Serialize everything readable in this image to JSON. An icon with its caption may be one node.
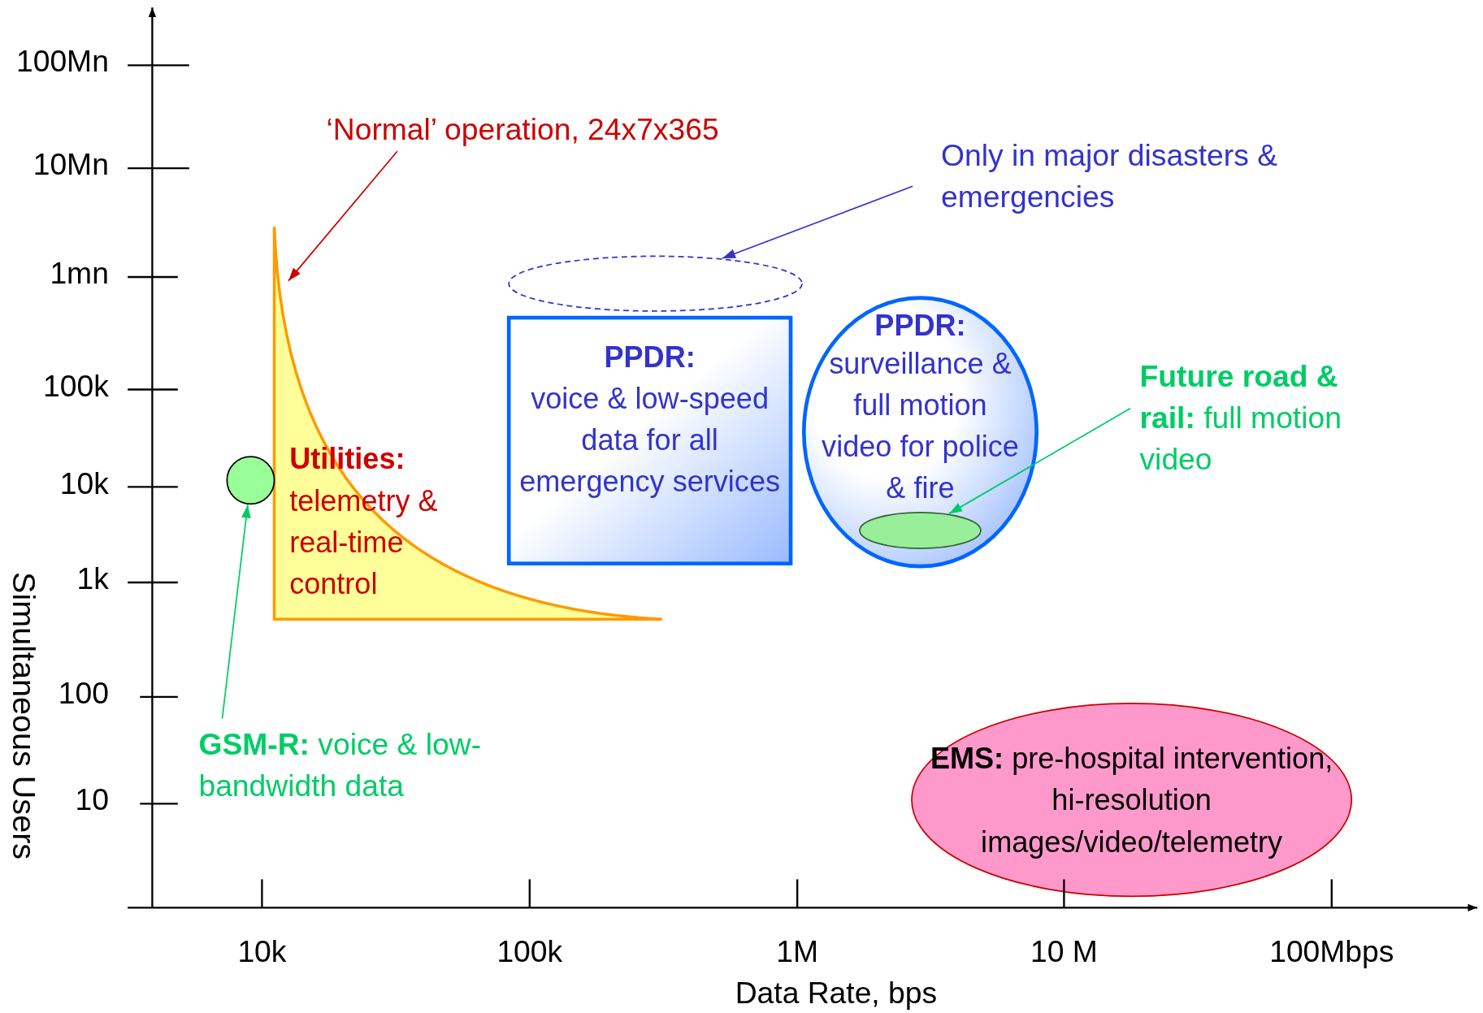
{
  "diagram": {
    "nodes": [
      {
        "text": [
          "‘Normal’ operation, 24x7x365"
        ]
      },
      {
        "text": [
          "Only in major disasters & emergencies"
        ]
      },
      {
        "text": [
          "**Utilities:** telemetry & real-time control"
        ]
      },
      {
        "text": [],
        "shape": "circle"
      },
      {
        "text": [],
        "shape": "ellipse"
      },
      {
        "text": [
          "PPDR:",
          "voice & low-speed data for all emergency services"
        ]
      },
      {
        "text": [
          "PPDR:",
          "surveillance & full motion video for police & fire"
        ]
      },
      {
        "text": [],
        "shape": "ellipse",
        "in": 6
      },
      {
        "text": [
          "**Future road & rail:** full motion video"
        ]
      },
      {
        "text": [
          "**GSM-R:** voice & low-bandwidth data"
        ]
      },
      {
        "text": [
          "**EMS:** pre-hospital intervention, hi-resolution images/video/telemetry"
        ]
      }
    ],
    "edges": [
      {
        "from": 0,
        "to": 2,
        "arrow": "to",
        "color": "#cc0000"
      },
      {
        "from": 1,
        "to": 4,
        "arrow": "to",
        "color": "#3333cc"
      },
      {
        "from": 8,
        "to": 7,
        "arrow": "to",
        "color": "#00cc66"
      },
      {
        "from": 9,
        "to": 3,
        "arrow": "to",
        "color": "#00cc66"
      }
    ],
    "labels": [
      "100Mn",
      "10Mn",
      "1mn",
      "100k",
      "10k",
      "1k",
      "100",
      "10",
      "Simultaneous Users",
      "10k",
      "100k",
      "1M",
      "10 M",
      "100Mbps",
      "Data Rate, bps"
    ]
  }
}
